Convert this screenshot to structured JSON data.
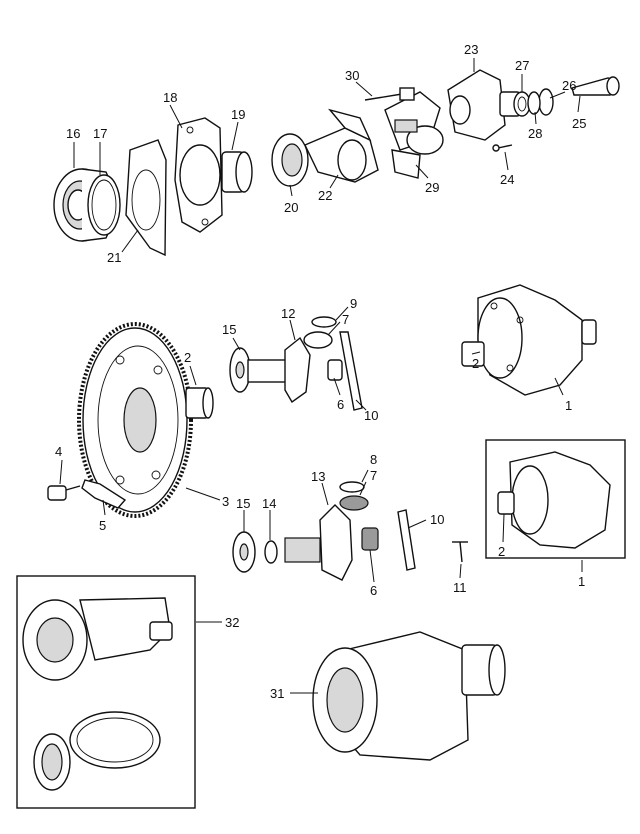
{
  "callouts": {
    "c1a": "1",
    "c1b": "1",
    "c2a": "2",
    "c2b": "2",
    "c2c": "2",
    "c3": "3",
    "c4": "4",
    "c5": "5",
    "c6a": "6",
    "c6b": "6",
    "c7a": "7",
    "c7b": "7",
    "c8": "8",
    "c9": "9",
    "c10a": "10",
    "c10b": "10",
    "c11": "11",
    "c12": "12",
    "c13": "13",
    "c14": "14",
    "c15a": "15",
    "c15b": "15",
    "c16": "16",
    "c17": "17",
    "c18": "18",
    "c19": "19",
    "c20": "20",
    "c21": "21",
    "c22": "22",
    "c23": "23",
    "c24": "24",
    "c25": "25",
    "c26": "26",
    "c27": "27",
    "c28": "28",
    "c29": "29",
    "c30": "30",
    "c31": "31",
    "c32": "32"
  },
  "colors": {
    "ink": "#111111",
    "background": "#ffffff",
    "shade": "#d8d8d8"
  }
}
